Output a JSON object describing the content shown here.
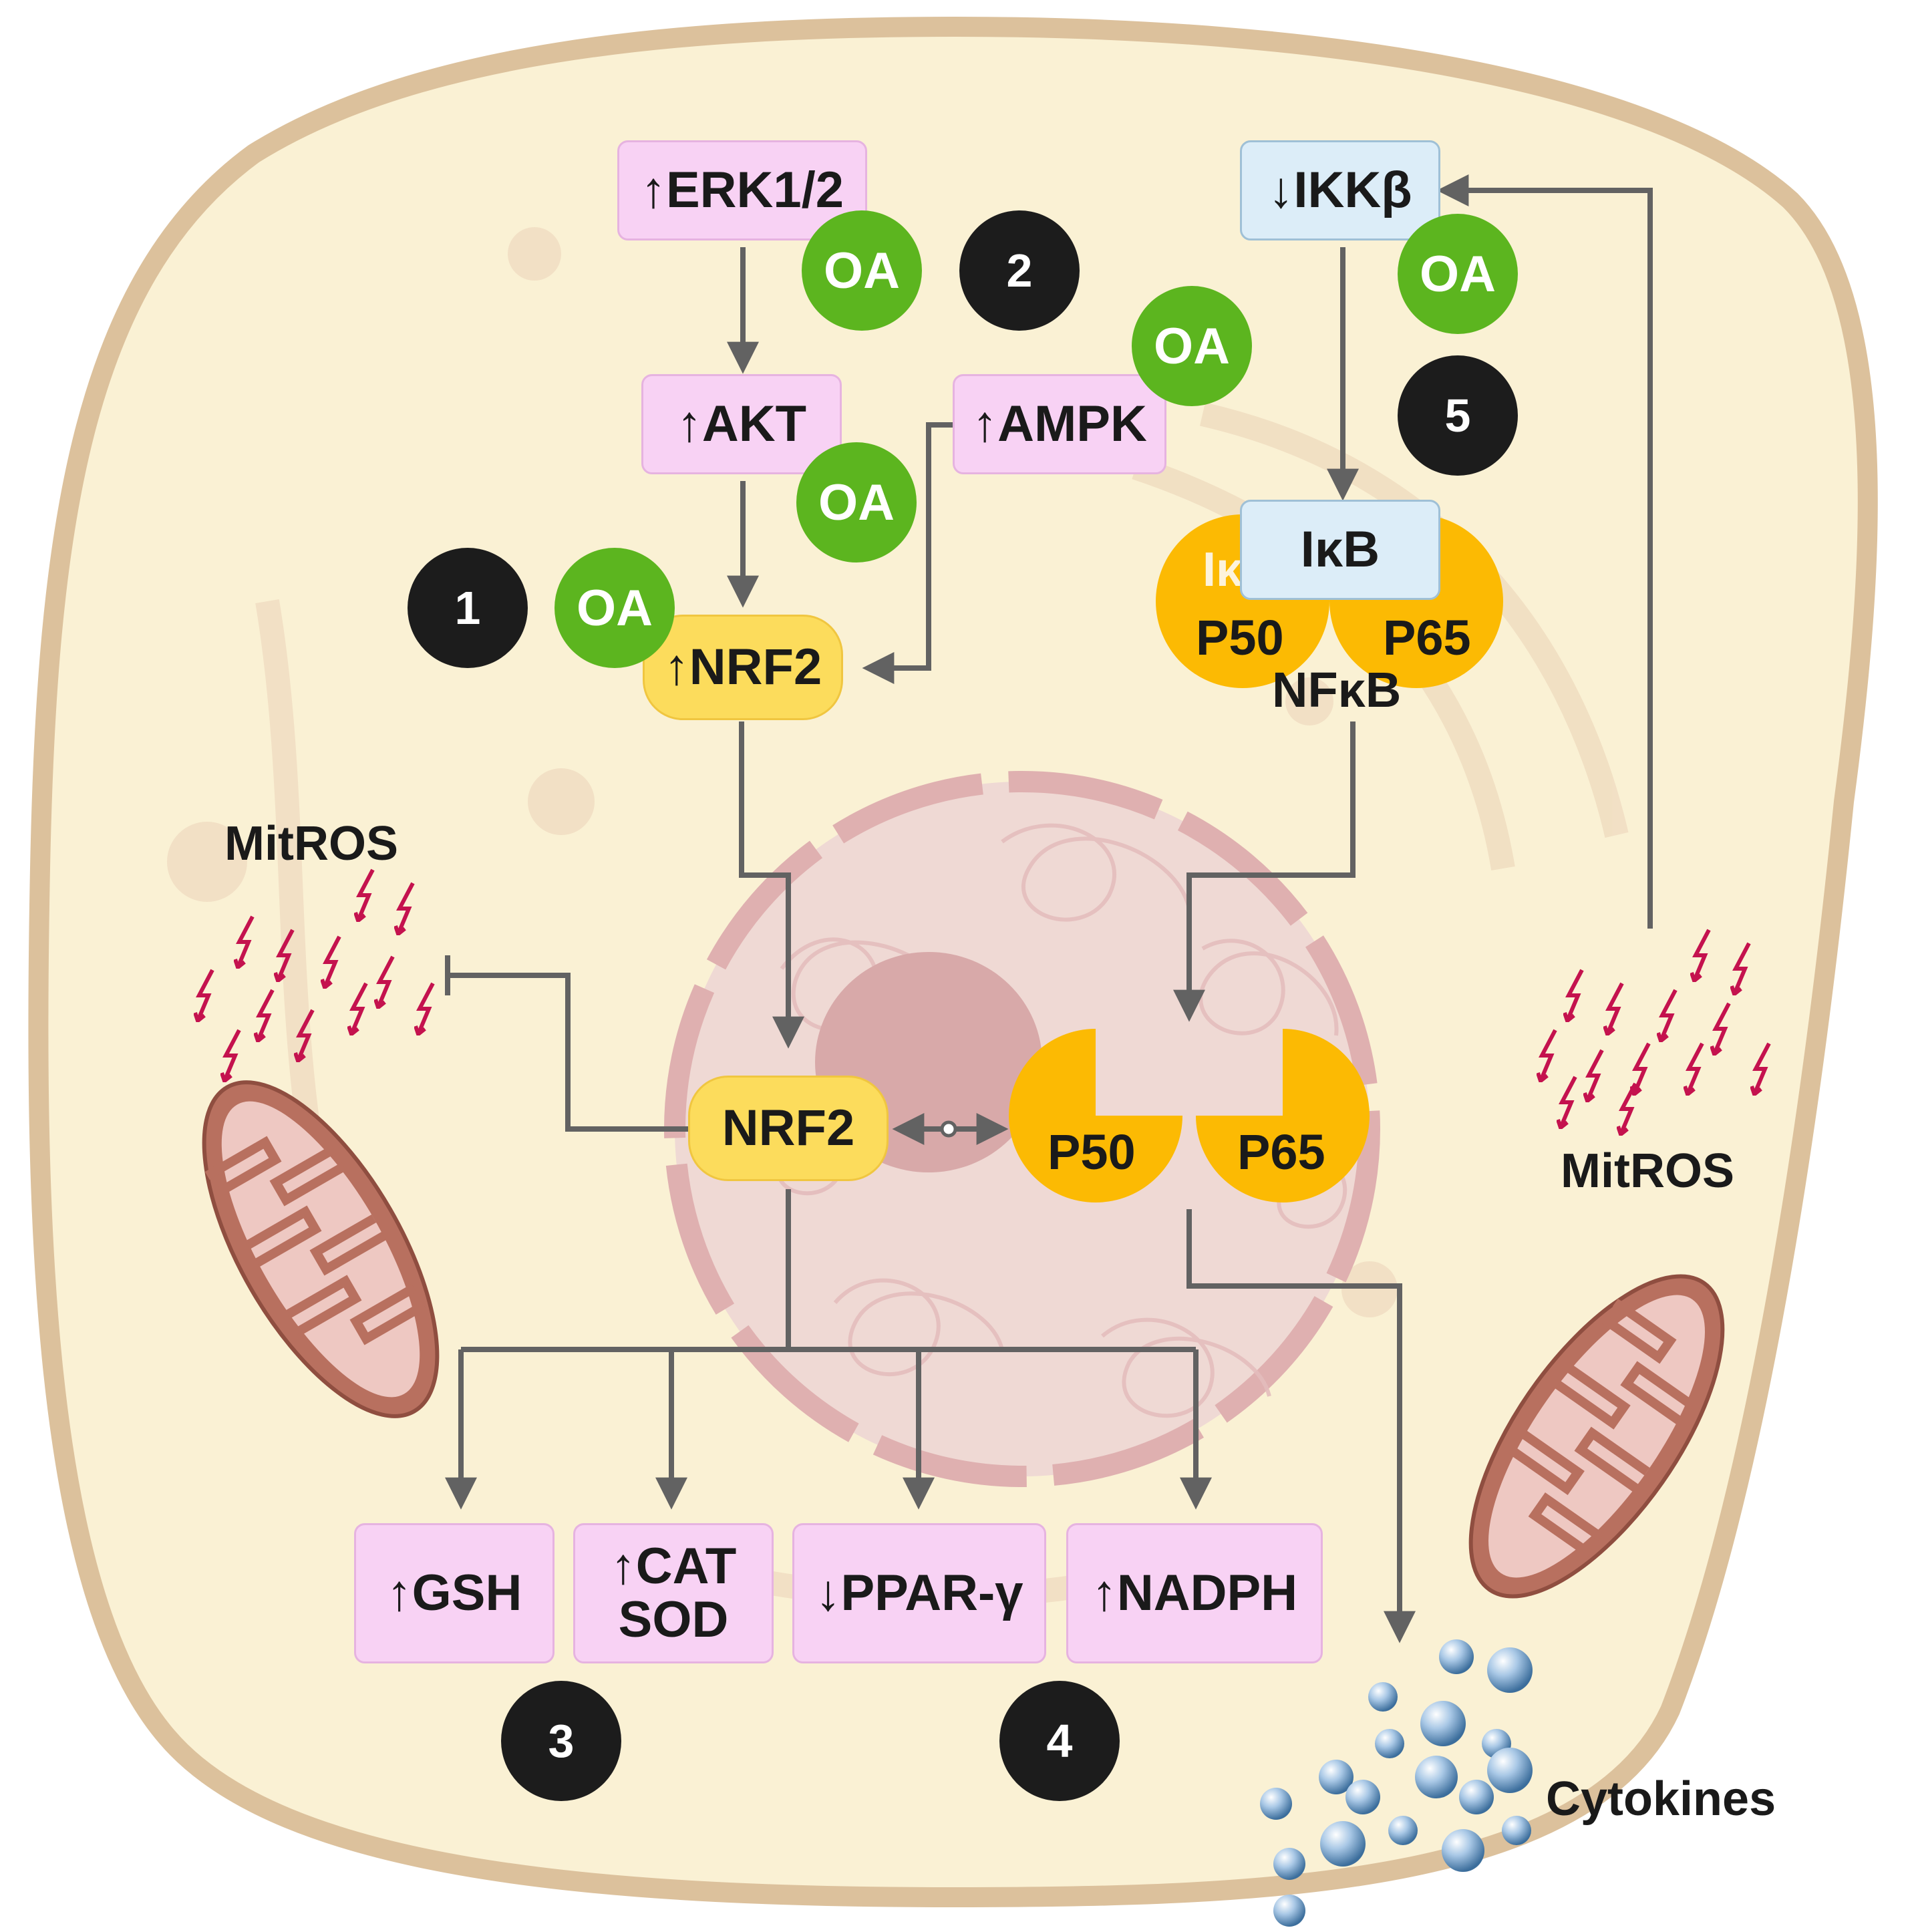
{
  "colors": {
    "cell_fill": "#faf1d4",
    "cell_border": "#dcc19c",
    "nucleus_fill": "#efd9d4",
    "nucleolus": "#d8a9a9",
    "arrow": "#626262",
    "pink_box": "#f8d2f4",
    "blue_box": "#dcedf8",
    "nrf2_fill": "#fcdc5c",
    "nfkb_fill": "#fcba03",
    "oa_fill": "#5cb51f",
    "ros_bolt": "#c4124e",
    "mito_outer": "#b8705f",
    "cytokine": "#7fa8d0"
  },
  "nodes": {
    "erk": "↑ERK1/2",
    "akt": "↑AKT",
    "ampk": "↑AMPK",
    "nrf2_cyto": "↑NRF2",
    "nrf2_nuc": "NRF2",
    "ikkb": "↓IKKβ",
    "ikb": "IκB",
    "ikb_partial": "Iκ",
    "p50_cyto": "P50",
    "p65_cyto": "P65",
    "nfkb": "NFκB",
    "p50_nuc": "P50",
    "p65_nuc": "P65",
    "gsh": "↑GSH",
    "cat_line1": "↑CAT",
    "cat_line2": "SOD",
    "ppar": "↓PPAR-γ",
    "nadph": "↑NADPH"
  },
  "labels": {
    "mitros_left": "MitROS",
    "mitros_right": "MitROS",
    "cytokines": "Cytokines",
    "oa": "OA"
  },
  "steps": [
    "1",
    "2",
    "3",
    "4",
    "5"
  ]
}
